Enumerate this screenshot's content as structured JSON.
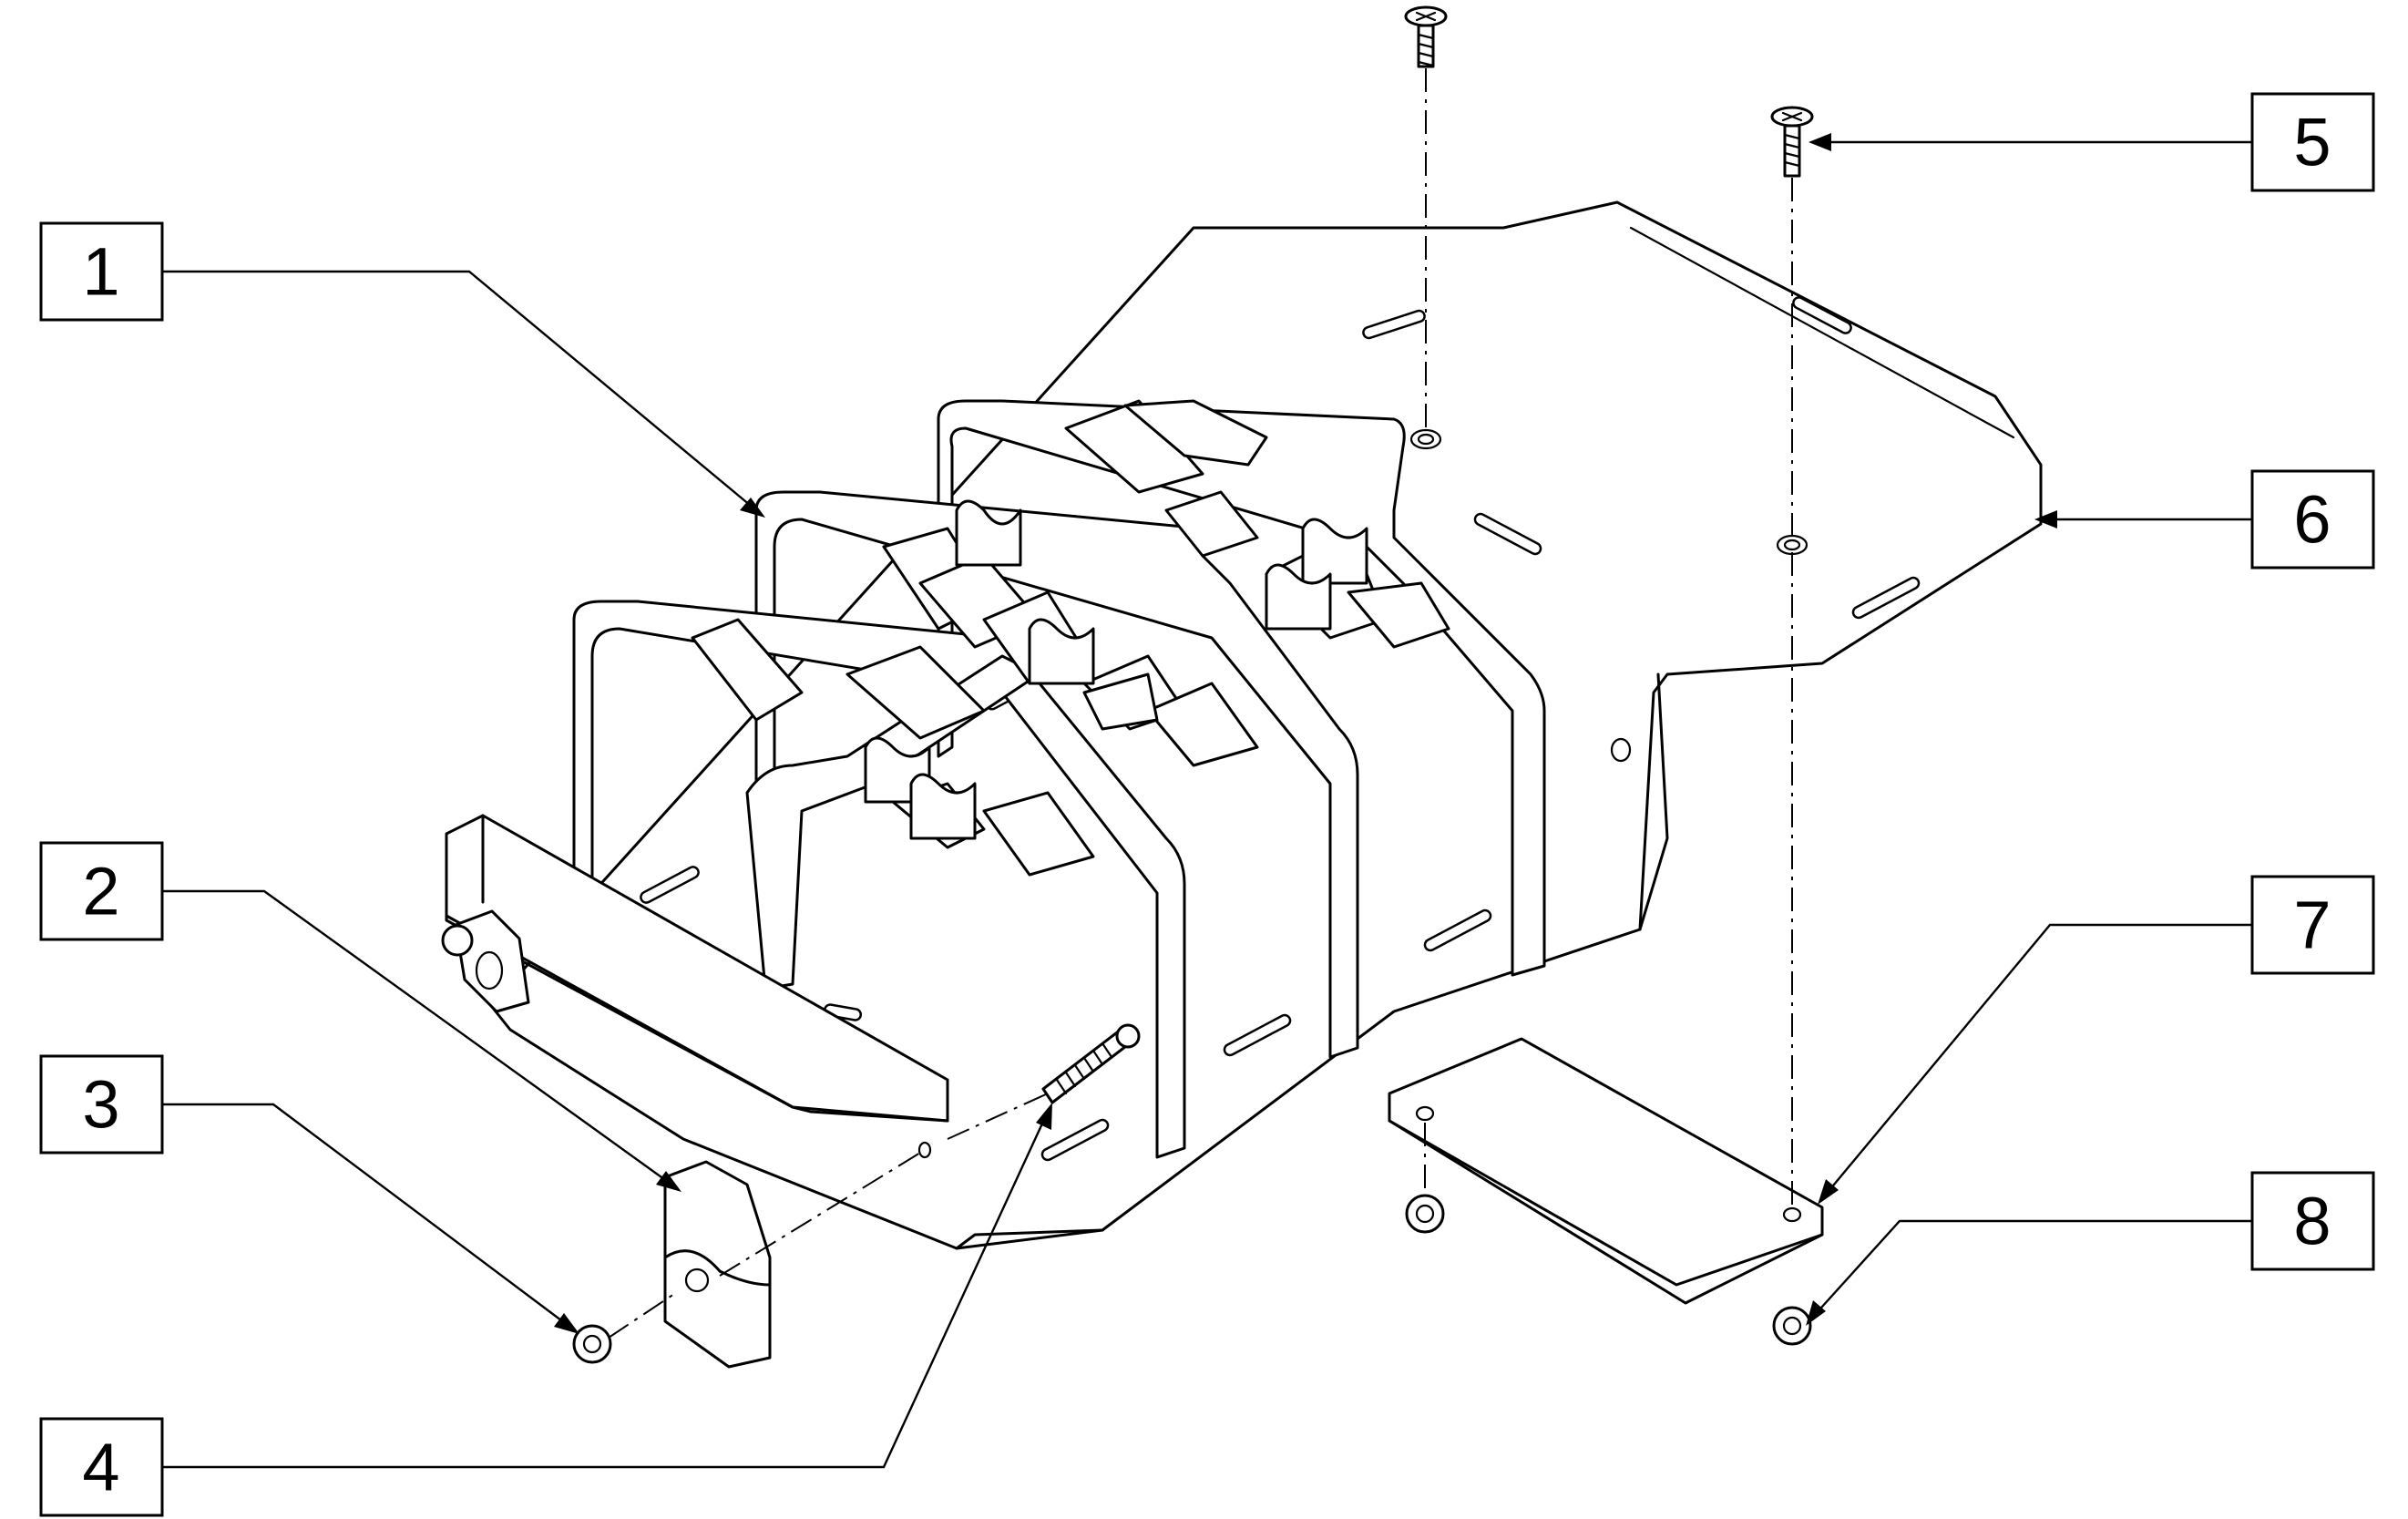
{
  "diagram": {
    "type": "exploded-parts-assembly",
    "callouts": [
      {
        "id": "1",
        "label": "1"
      },
      {
        "id": "2",
        "label": "2"
      },
      {
        "id": "3",
        "label": "3"
      },
      {
        "id": "4",
        "label": "4"
      },
      {
        "id": "5",
        "label": "5"
      },
      {
        "id": "6",
        "label": "6"
      },
      {
        "id": "7",
        "label": "7"
      },
      {
        "id": "8",
        "label": "8"
      }
    ]
  }
}
